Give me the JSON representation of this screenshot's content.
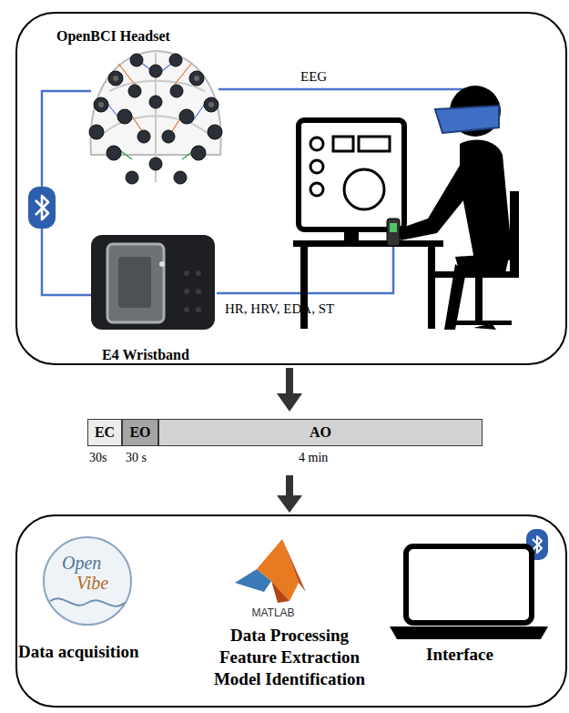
{
  "diagram": {
    "nodes": [
      {
        "text": [
          "EC"
        ]
      },
      {
        "text": [
          "EO"
        ]
      },
      {
        "text": [
          "AO"
        ]
      }
    ],
    "labels": [
      "OpenBCI Headset",
      "EEG",
      "E4 Wristband",
      "HR, HRV, EDA, ST",
      "30s",
      "30 s",
      "4 min",
      "Open",
      "Vibe",
      "MATLAB",
      "Data acquisition",
      "Data Processing Feature Extraction Model Identification",
      "Interface"
    ]
  }
}
